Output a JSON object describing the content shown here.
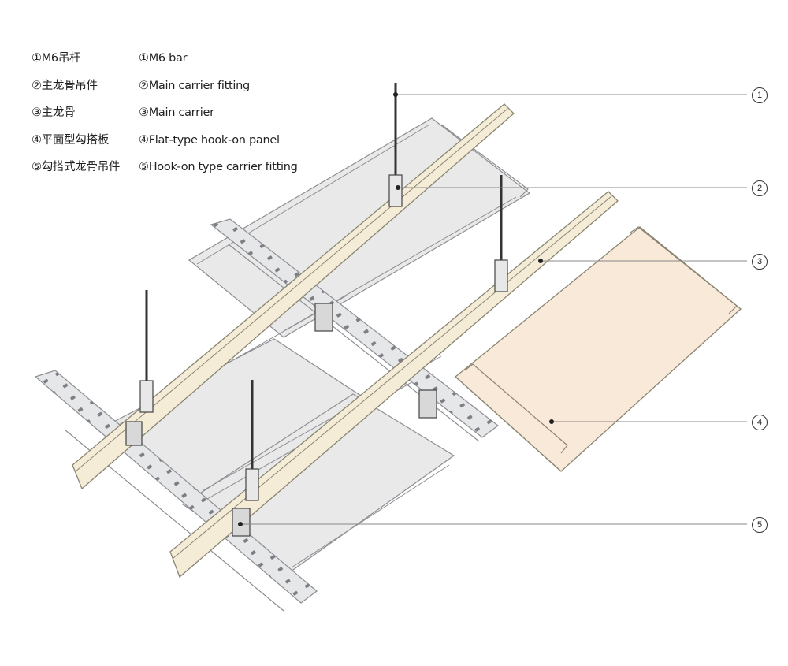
{
  "legend_zh": [
    "①M6吊杆",
    "②主龙骨吊件",
    "③主龙骨",
    "④平面型勾搭板",
    "⑤勾搭式龙骨吊件"
  ],
  "legend_en": [
    "①M6 bar",
    "②Main carrier fitting",
    "③Main carrier",
    "④Flat-type hook-on panel",
    "⑤Hook-on type carrier fitting"
  ],
  "callouts": [
    "1",
    "2",
    "3",
    "4",
    "5"
  ],
  "colors": {
    "carrier_fill": "#f4ecd7",
    "carrier_stroke": "#8a8572",
    "panel_fill": "#f9e9d8",
    "grey_fill": "#e9e9ea",
    "grey_stroke": "#8d8e93",
    "rod": "#333333",
    "leader": "#888888"
  }
}
